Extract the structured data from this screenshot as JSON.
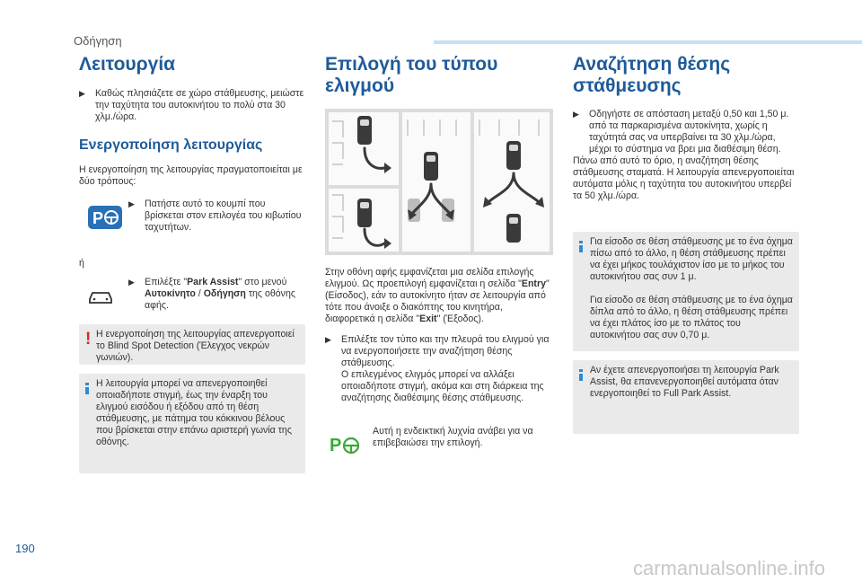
{
  "header": {
    "section": "Οδήγηση"
  },
  "col1": {
    "title": "Λειτουργία",
    "bullet1": "Καθώς πλησιάζετε σε χώρο στάθμευσης, μειώστε την ταχύτητα του αυτοκινήτου το πολύ στα 30 χλμ./ώρα.",
    "subtitle": "Ενεργοποίηση λειτουργίας",
    "intro": "Η ενεργοποίηση της λειτουργίας πραγματοποιείται με δύο τρόπους:",
    "opt1": "Πατήστε αυτό το κουμπί που βρίσκεται στον επιλογέα του κιβωτίου ταχυτήτων.",
    "or": "ή",
    "opt2_pre": "Επιλέξτε \"",
    "opt2_bold1": "Park Assist",
    "opt2_mid": "\" στο μενού ",
    "opt2_bold2": "Αυτοκίνητο",
    "opt2_sep": " / ",
    "opt2_bold3": "Οδήγηση",
    "opt2_post": " της οθόνης αφής.",
    "warning": "Η ενεργοποίηση της λειτουργίας απενεργοποιεί το Blind Spot Detection (Έλεγχος νεκρών γωνιών).",
    "info": "Η λειτουργία μπορεί να απενεργοποιηθεί οποιαδήποτε στιγμή, έως την έναρξη του ελιγμού εισόδου ή εξόδου από τη θέση στάθμευσης, με πάτημα του κόκκινου βέλους που βρίσκεται στην επάνω αριστερή γωνία της οθόνης."
  },
  "col2": {
    "title": "Επιλογή του τύπου ελιγμού",
    "p1_pre": "Στην οθόνη αφής εμφανίζεται μια σελίδα επιλογής ελιγμού. Ως προεπιλογή εμφανίζεται η σελίδα \"",
    "p1_bold1": "Entry",
    "p1_mid": "\" (Είσοδος), εάν το αυτοκίνητο ήταν σε λειτουργία από τότε που άνοιξε ο διακόπτης του κινητήρα, διαφορετικά η σελίδα \"",
    "p1_bold2": "Exit",
    "p1_post": "\" (Έξοδος).",
    "bullet1": "Επιλέξτε τον τύπο και την πλευρά του ελιγμού για να ενεργοποιήσετε την αναζήτηση θέσης στάθμευσης.",
    "bullet1_cont": "Ο επιλεγμένος ελιγμός μπορεί να αλλάξει οποιαδήποτε στιγμή, ακόμα και στη διάρκεια της αναζήτησης διαθέσιμης θέσης στάθμευσης.",
    "indicator": "Αυτή η ενδεικτική λυχνία ανάβει για να επιβεβαιώσει την επιλογή."
  },
  "col3": {
    "title": "Αναζήτηση θέσης στάθμευσης",
    "bullet1": "Οδηγήστε σε απόσταση μεταξύ 0,50 και 1,50 μ. από τα παρκαρισμένα αυτοκίνητα, χωρίς η ταχύτητά σας να υπερβαίνει τα 30 χλμ./ώρα, μέχρι το σύστημα να βρει μια διαθέσιμη θέση.",
    "p1": "Πάνω από αυτό το όριο, η αναζήτηση θέσης στάθμευσης σταματά. Η λειτουργία απενεργοποιείται αυτόματα μόλις η ταχύτητα του αυτοκινήτου υπερβεί τα 50 χλμ./ώρα.",
    "info1": "Για είσοδο σε θέση στάθμευσης με το ένα όχημα πίσω από το άλλο, η θέση στάθμευσης πρέπει να έχει μήκος τουλάχιστον ίσο με το μήκος του αυτοκινήτου σας συν 1 μ.",
    "info1b": "Για είσοδο σε θέση στάθμευσης με το ένα όχημα δίπλα από το άλλο, η θέση στάθμευσης πρέπει να έχει πλάτος ίσο με το πλάτος του αυτοκινήτου σας συν 0,70 μ.",
    "info2": "Αν έχετε απενεργοποιήσει τη λειτουργία Park Assist, θα επανενεργοποιηθεί αυτόματα όταν ενεργοποιηθεί το Full Park Assist."
  },
  "footer": {
    "page_number": "190",
    "watermark": "carmanualsonline.info"
  },
  "colors": {
    "heading": "#1f5b9a",
    "accent_blue": "#2871b6",
    "info_blue": "#2d8ad5",
    "warning_red": "#e1261c",
    "box_bg": "#eaeaeb",
    "indicator_green": "#39a935"
  }
}
